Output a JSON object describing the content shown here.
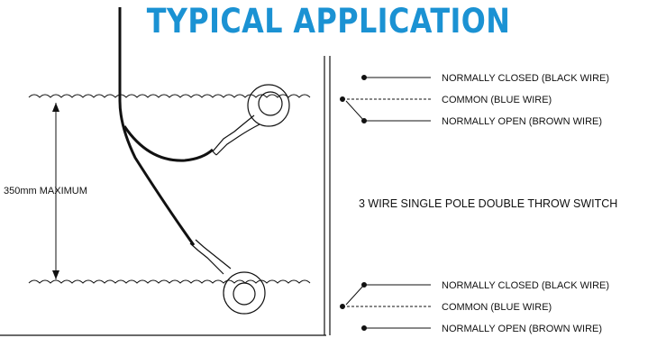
{
  "title": "TYPICAL APPLICATION",
  "dimension_label": "350mm MAXIMUM",
  "switch_caption": "3 WIRE  SINGLE POLE DOUBLE THROW SWITCH",
  "top_legend": {
    "nc": "NORMALLY CLOSED (BLACK WIRE)",
    "common": "COMMON (BLUE WIRE)",
    "no": "NORMALLY OPEN (BROWN WIRE)"
  },
  "bottom_legend": {
    "nc": "NORMALLY CLOSED (BLACK WIRE)",
    "common": "COMMON (BLUE WIRE)",
    "no": "NORMALLY OPEN (BROWN WIRE)"
  },
  "colors": {
    "title": "#1b92d3",
    "line": "#111111"
  }
}
